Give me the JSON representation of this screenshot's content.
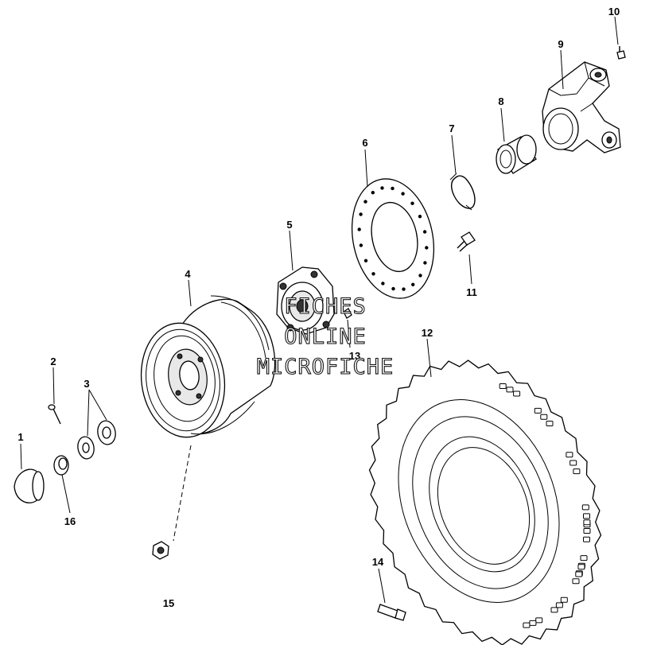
{
  "diagram": {
    "parts": [
      {
        "number": "1",
        "name": "hub-cap"
      },
      {
        "number": "2",
        "name": "cotter-pin"
      },
      {
        "number": "3",
        "name": "washers"
      },
      {
        "number": "4",
        "name": "rim"
      },
      {
        "number": "5",
        "name": "wheel-hub"
      },
      {
        "number": "6",
        "name": "brake-disc"
      },
      {
        "number": "7",
        "name": "circlip"
      },
      {
        "number": "8",
        "name": "bearing"
      },
      {
        "number": "9",
        "name": "knuckle"
      },
      {
        "number": "10",
        "name": "nipple"
      },
      {
        "number": "11",
        "name": "disc-bolt"
      },
      {
        "number": "12",
        "name": "tire"
      },
      {
        "number": "13",
        "name": "hub-bolt"
      },
      {
        "number": "14",
        "name": "tire-bolt"
      },
      {
        "number": "15",
        "name": "wheel-nut"
      },
      {
        "number": "16",
        "name": "castle-nut"
      }
    ],
    "watermark": [
      "FICHES",
      "ONLINE",
      "MICROFICHE"
    ]
  }
}
